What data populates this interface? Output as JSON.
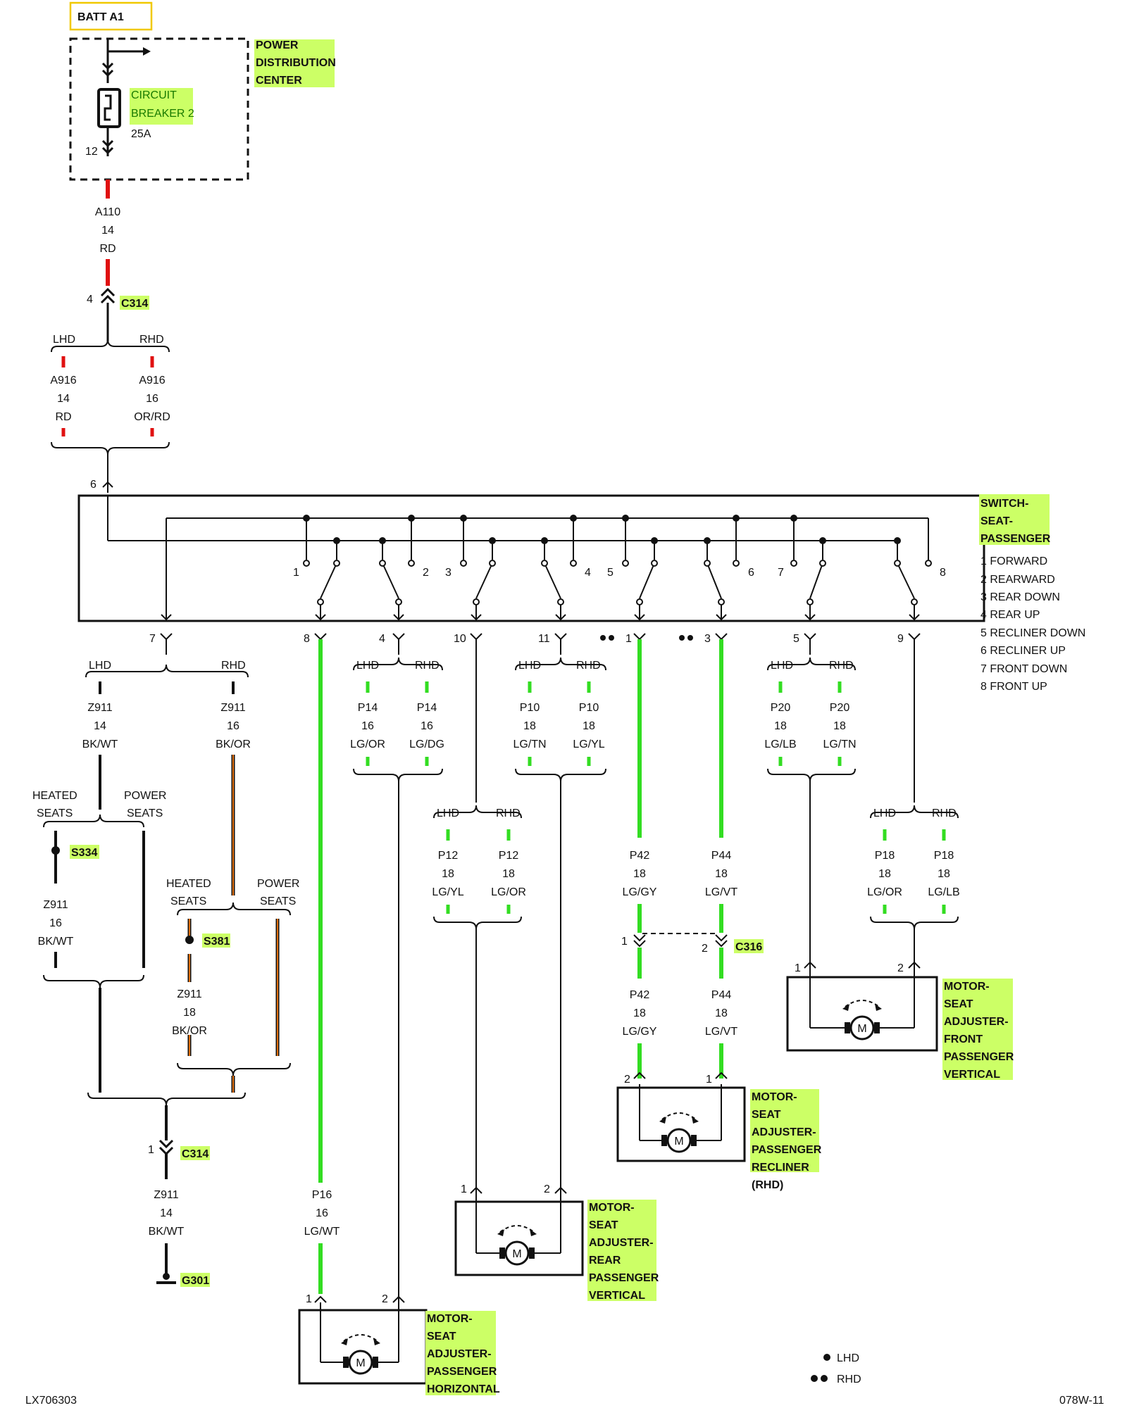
{
  "header": {
    "batt": "BATT A1",
    "pdc": [
      "POWER",
      "DISTRIBUTION",
      "CENTER"
    ],
    "breaker": [
      "CIRCUIT",
      "BREAKER 2",
      "25A"
    ],
    "breaker_pin": "12"
  },
  "feed": {
    "wire": [
      "A110",
      "14",
      "RD"
    ],
    "pin": "4",
    "connector": "C314",
    "lhd": "LHD",
    "rhd": "RHD",
    "left_wire": [
      "A916",
      "14",
      "RD"
    ],
    "right_wire": [
      "A916",
      "16",
      "OR/RD"
    ],
    "switch_pin": "6"
  },
  "switch": {
    "name": [
      "SWITCH-",
      "SEAT-",
      "PASSENGER"
    ],
    "legend": [
      "1 FORWARD",
      "2 REARWARD",
      "3 REAR DOWN",
      "4 REAR UP",
      "5 RECLINER DOWN",
      "6 RECLINER UP",
      "7 FRONT DOWN",
      "8 FRONT UP"
    ],
    "contacts": [
      "1",
      "2",
      "3",
      "4",
      "5",
      "6",
      "7",
      "8"
    ],
    "out_pins": [
      "7",
      "8",
      "4",
      "10",
      "11",
      "1",
      "3",
      "5",
      "9"
    ]
  },
  "ground_branch": {
    "lhd": "LHD",
    "rhd": "RHD",
    "left_wire": [
      "Z911",
      "14",
      "BK/WT"
    ],
    "right_wire": [
      "Z911",
      "16",
      "BK/OR"
    ],
    "heated": [
      "HEATED",
      "SEATS"
    ],
    "power": [
      "POWER",
      "SEATS"
    ],
    "splice1": "S334",
    "wire2": [
      "Z911",
      "16",
      "BK/WT"
    ],
    "splice2": "S381",
    "wire3": [
      "Z911",
      "18",
      "BK/OR"
    ],
    "pin": "1",
    "connector": "C314",
    "wire4": [
      "Z911",
      "14",
      "BK/WT"
    ],
    "ground": "G301"
  },
  "wires": {
    "p16": [
      "P16",
      "16",
      "LG/WT"
    ],
    "p14_l": [
      "P14",
      "16",
      "LG/OR"
    ],
    "p14_r": [
      "P14",
      "16",
      "LG/DG"
    ],
    "p10_l": [
      "P10",
      "18",
      "LG/TN"
    ],
    "p10_r": [
      "P10",
      "18",
      "LG/YL"
    ],
    "p12_l": [
      "P12",
      "18",
      "LG/YL"
    ],
    "p12_r": [
      "P12",
      "18",
      "LG/OR"
    ],
    "p42": [
      "P42",
      "18",
      "LG/GY"
    ],
    "p44": [
      "P44",
      "18",
      "LG/VT"
    ],
    "c316": "C316",
    "p20_l": [
      "P20",
      "18",
      "LG/LB"
    ],
    "p20_r": [
      "P20",
      "18",
      "LG/TN"
    ],
    "p18_l": [
      "P18",
      "18",
      "LG/OR"
    ],
    "p18_r": [
      "P18",
      "18",
      "LG/LB"
    ]
  },
  "motors": {
    "horizontal": [
      "MOTOR-",
      "SEAT",
      "ADJUSTER-",
      "PASSENGER",
      "HORIZONTAL"
    ],
    "rear": [
      "MOTOR-",
      "SEAT",
      "ADJUSTER-",
      "REAR",
      "PASSENGER",
      "VERTICAL"
    ],
    "recliner": [
      "MOTOR-",
      "SEAT",
      "ADJUSTER-",
      "PASSENGER",
      "RECLINER"
    ],
    "recliner_note": "(RHD)",
    "front": [
      "MOTOR-",
      "SEAT",
      "ADJUSTER-",
      "FRONT",
      "PASSENGER",
      "VERTICAL"
    ],
    "m": "M"
  },
  "legend": {
    "lhd": "LHD",
    "rhd": "RHD"
  },
  "footer": {
    "left": "LX706303",
    "right": "078W-11"
  },
  "colors": {
    "red": "#e01010",
    "green": "#33dd22",
    "orange": "#e07010",
    "highlight": "#ccff66",
    "border": "#f0c800"
  }
}
